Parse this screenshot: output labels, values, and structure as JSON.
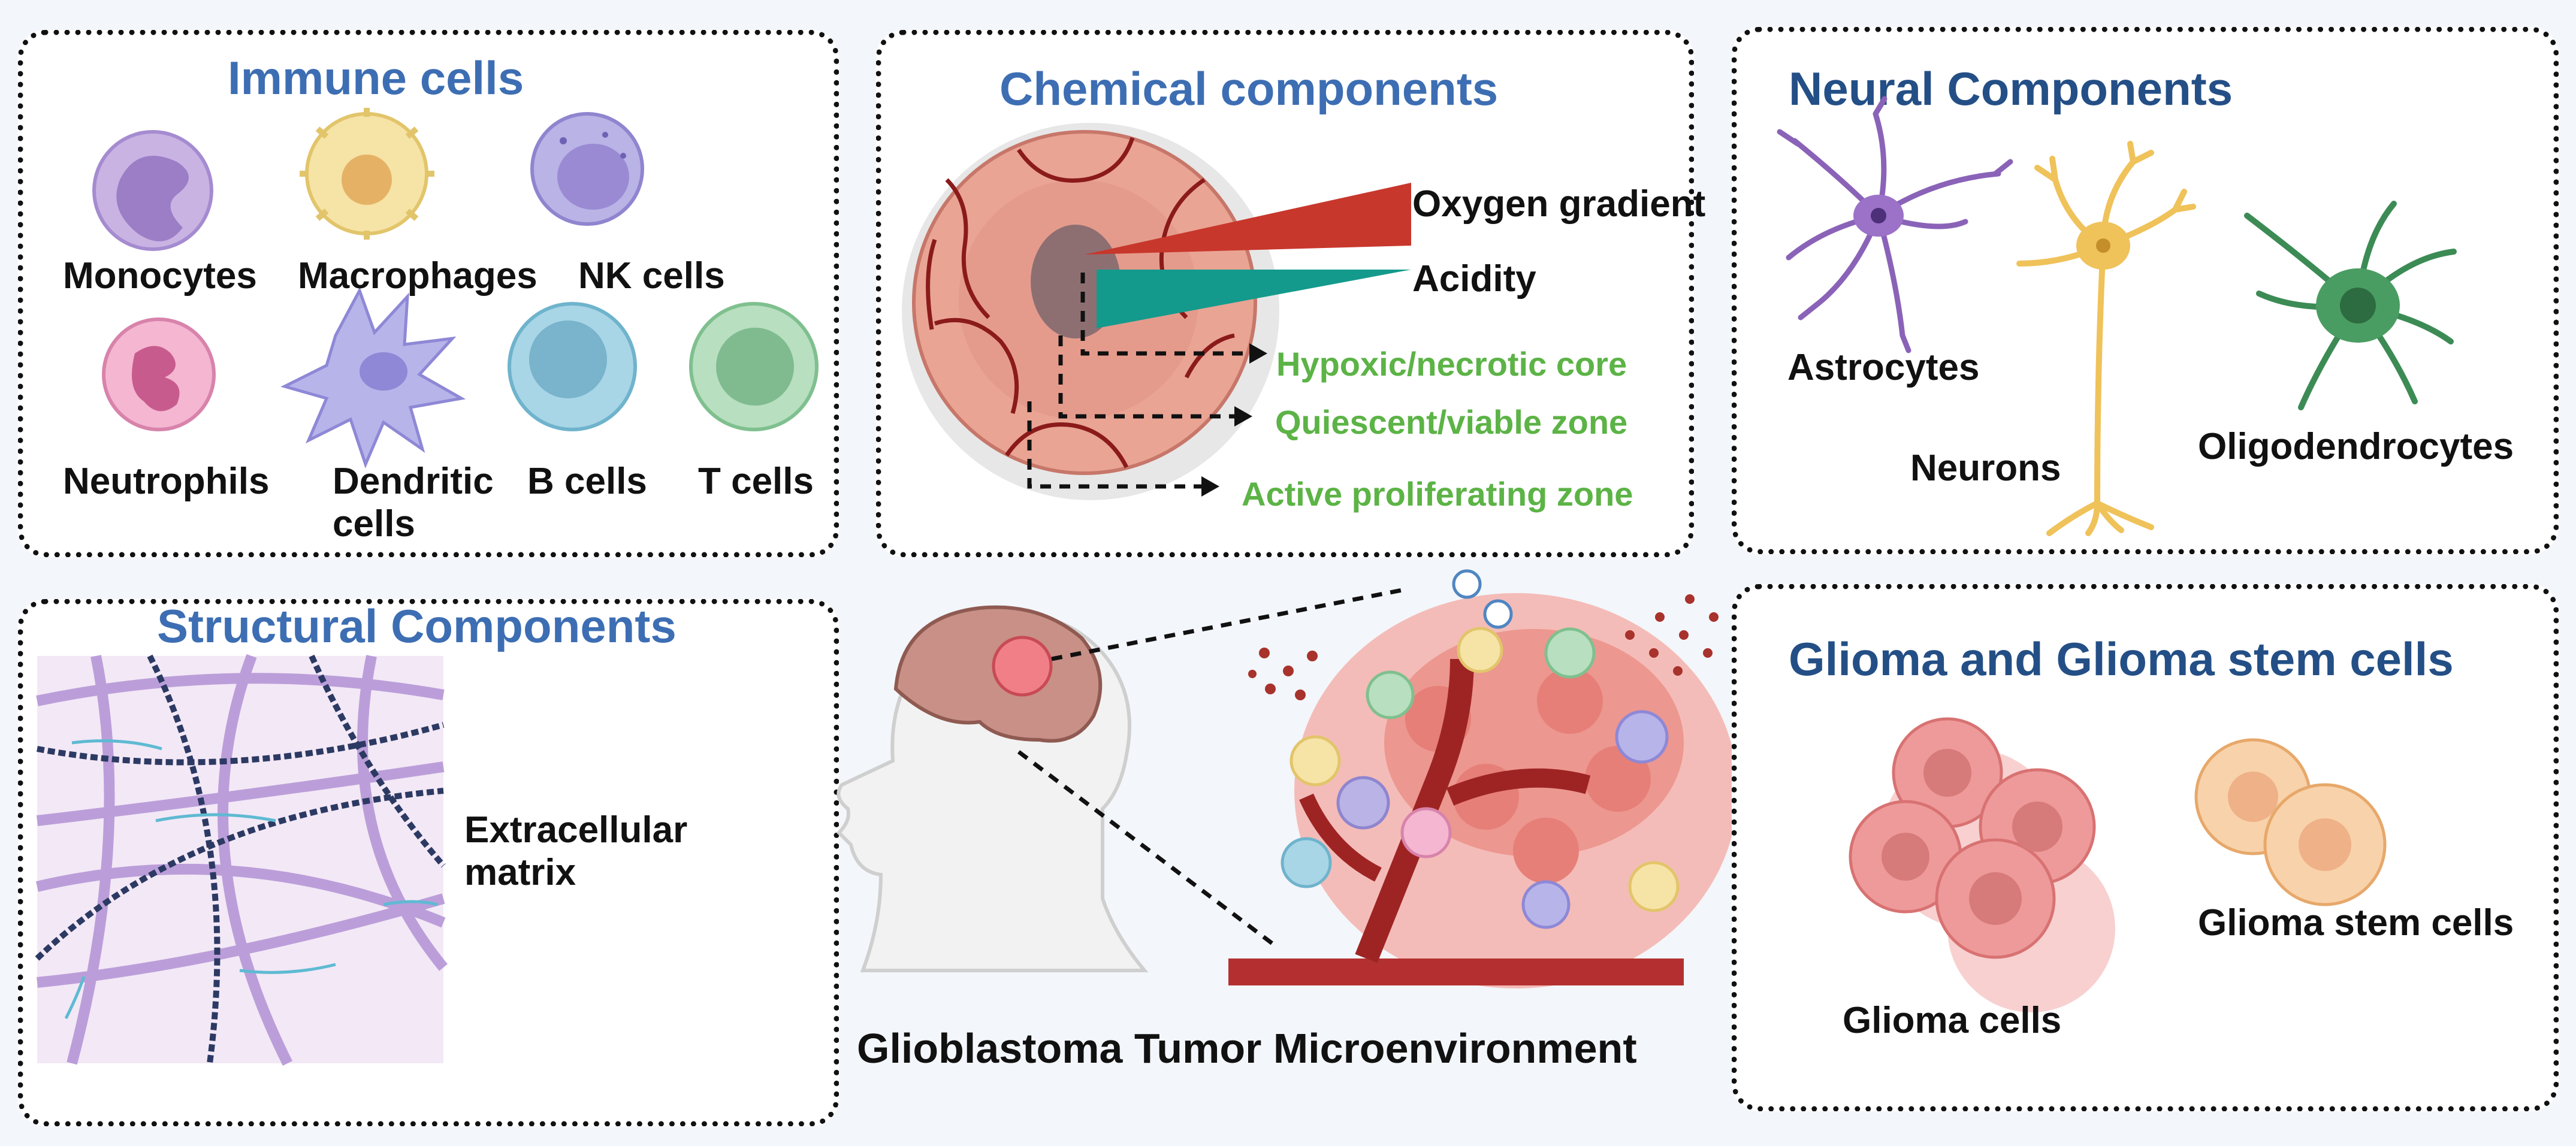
{
  "immune": {
    "title": "Immune cells",
    "monocytes": "Monocytes",
    "macrophages": "Macrophages",
    "nk": "NK cells",
    "neutrophils": "Neutrophils",
    "dendritic": "Dendritic cells",
    "bcells": "B cells",
    "tcells": "T cells"
  },
  "chemical": {
    "title": "Chemical components",
    "oxygen": "Oxygen gradient",
    "acidity": "Acidity",
    "hypoxic": "Hypoxic/necrotic core",
    "quiescent": "Quiescent/viable zone",
    "active": "Active proliferating zone"
  },
  "neural": {
    "title": "Neural Components",
    "astrocytes": "Astrocytes",
    "neurons": "Neurons",
    "oligo": "Oligodendrocytes"
  },
  "structural": {
    "title": "Structural Components",
    "ecm": "Extracellular matrix"
  },
  "center": {
    "title": "Glioblastoma Tumor Microenvironment"
  },
  "glioma": {
    "title": "Glioma and Glioma stem cells",
    "cells": "Glioma cells",
    "stem": "Glioma stem cells"
  },
  "colors": {
    "title_blue": "#3d6eb3",
    "zone_green": "#5cb346",
    "oxygen_red": "#c8372c",
    "acidity_teal": "#139a8c"
  }
}
